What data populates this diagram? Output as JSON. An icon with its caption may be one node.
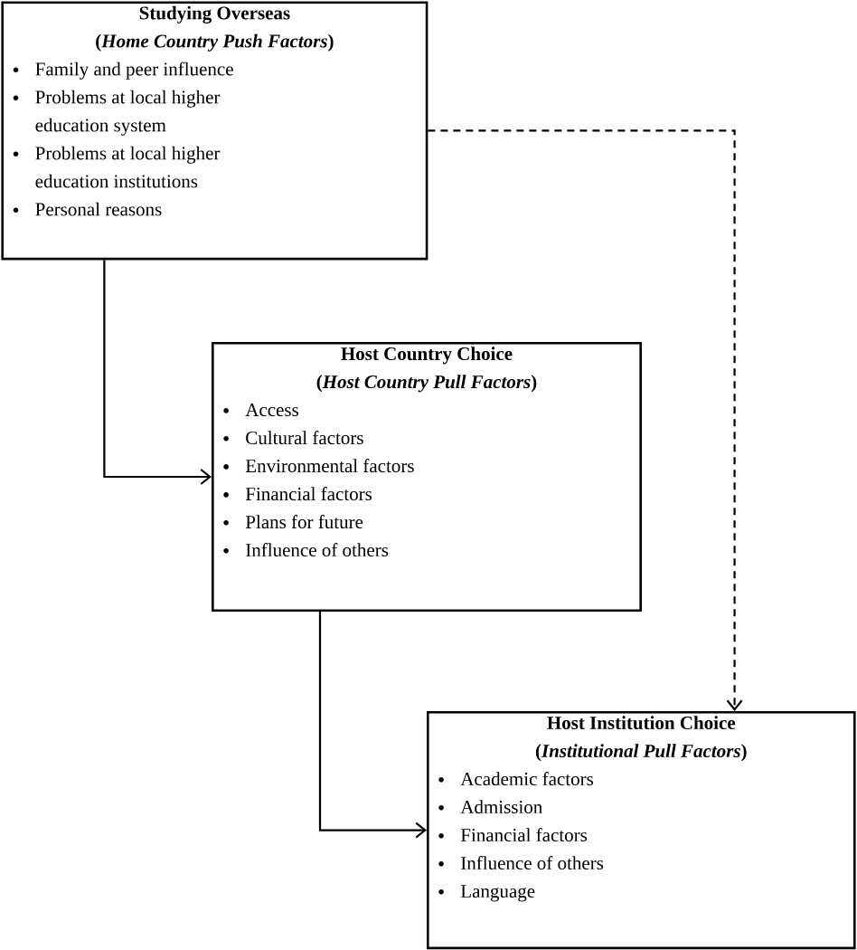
{
  "diagram": {
    "nodes": [
      {
        "text": [
          "Studying Overseas",
          "(*Home Country Push Factors*)",
          "Family and peer influence",
          "Problems at local higher education system",
          "Problems at local higher education institutions",
          "Personal reasons"
        ]
      },
      {
        "text": [
          "Host Country Choice",
          "(*Host Country Pull Factors*)",
          "Access",
          "Cultural factors",
          "Environmental factors",
          "Financial factors",
          "Plans for future",
          "Influence of others"
        ]
      },
      {
        "text": [
          "Host Institution Choice",
          "(*Institutional Pull Factors*)",
          "Academic factors",
          "Admission",
          "Financial factors",
          "Influence of others",
          "Language"
        ]
      }
    ],
    "edges": [
      {
        "from": 0,
        "to": 1,
        "arrow": "to"
      },
      {
        "from": 1,
        "to": 2,
        "arrow": "to"
      },
      {
        "from": 0,
        "to": 2,
        "arrow": "to",
        "style": "dashed"
      }
    ]
  }
}
